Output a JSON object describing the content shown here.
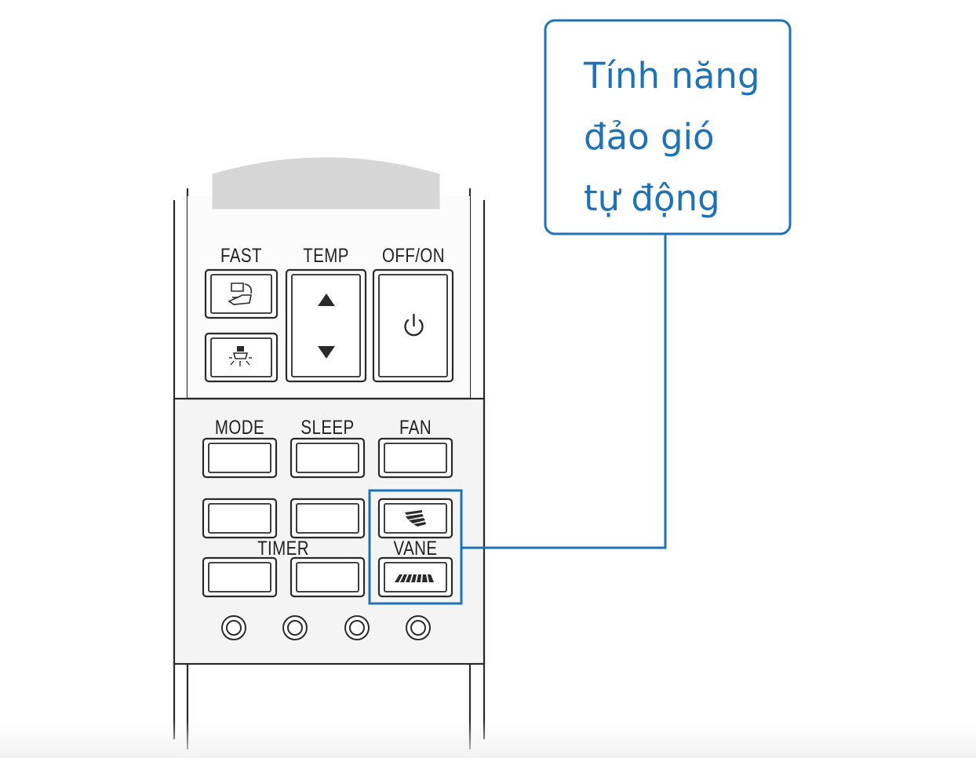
{
  "remote": {
    "labels": {
      "fast": "FAST",
      "temp": "TEMP",
      "off_on": "OFF/ON",
      "mode": "MODE",
      "sleep": "SLEEP",
      "fan": "FAN",
      "timer": "TIMER",
      "vane": "VANE"
    },
    "icons": {
      "fast_button": "fast-cool-icon",
      "econo_button": "lamp-icon",
      "temp_up": "triangle-up-icon",
      "temp_down": "triangle-down-icon",
      "power": "power-icon",
      "vane_swing": "vane-swing-icon",
      "vane_wide": "vane-wide-icon"
    }
  },
  "callout": {
    "lines": [
      "Tính năng",
      "đảo gió",
      "tự động"
    ],
    "color": "#1e73b8"
  },
  "colors": {
    "outline": "#2a2a2a",
    "panel": "#f4f4f4",
    "accent": "#1e73b8",
    "display": "#d6d6d6"
  }
}
